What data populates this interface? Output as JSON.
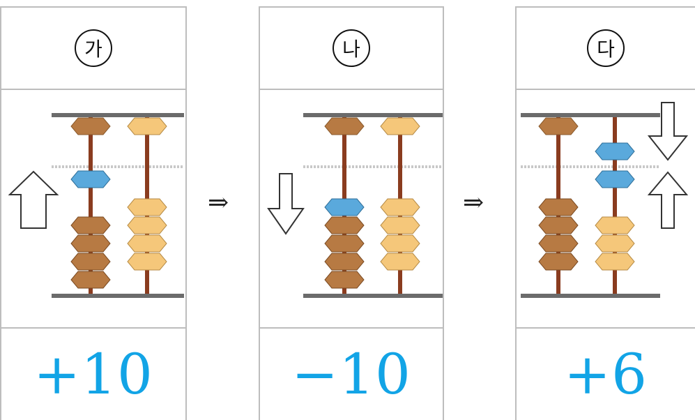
{
  "panels": [
    {
      "label": "가",
      "value": "+10"
    },
    {
      "label": "나",
      "value": "−10"
    },
    {
      "label": "다",
      "value": "+6"
    }
  ],
  "between_symbol": "⇒",
  "colors": {
    "value_text": "#12a4e6",
    "bead_tan": "#f5c77a",
    "bead_brown": "#a86a34",
    "bead_blue": "#5aa9dc",
    "border": "#bdbdbd"
  }
}
